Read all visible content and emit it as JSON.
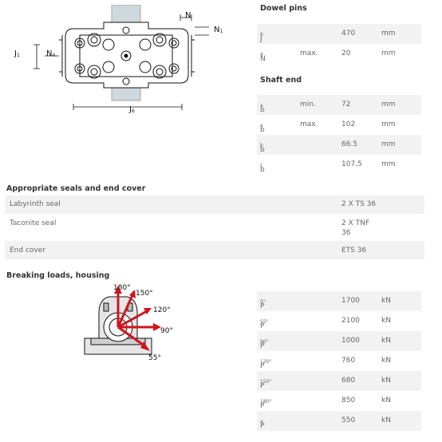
{
  "dowel_pins": {
    "title": "Dowel pins",
    "rows": [
      {
        "sym": "J",
        "sub": "6",
        "qual": "",
        "value": "470",
        "unit": "mm"
      },
      {
        "sym": "N",
        "sub": "4",
        "qual": "max.",
        "value": "20",
        "unit": "mm"
      }
    ]
  },
  "shaft_end": {
    "title": "Shaft end",
    "rows": [
      {
        "sym": "b",
        "sub": "a",
        "qual": "min.",
        "value": "72",
        "unit": "mm"
      },
      {
        "sym": "b",
        "sub": "a",
        "qual": "max.",
        "value": "102",
        "unit": "mm"
      },
      {
        "sym": "b",
        "sub": "b",
        "qual": "",
        "value": "66.5",
        "unit": "mm"
      },
      {
        "sym": "b",
        "sub": "c",
        "qual": "",
        "value": "107.5",
        "unit": "mm"
      }
    ]
  },
  "seals": {
    "title": "Appropriate seals and end cover",
    "rows": [
      {
        "label": "Labyrinth seal",
        "value": "2 X TS 36"
      },
      {
        "label": "Taconite seal",
        "value": "2 X TNF",
        "value2": "36"
      },
      {
        "label": "End cover",
        "value": "ETS 36"
      }
    ]
  },
  "breaking_loads": {
    "title": "Breaking loads, housing",
    "rows": [
      {
        "sym": "P",
        "sub": "0°",
        "value": "1700",
        "unit": "kN"
      },
      {
        "sym": "P",
        "sub": "55°",
        "value": "2100",
        "unit": "kN"
      },
      {
        "sym": "P",
        "sub": "90°",
        "value": "1000",
        "unit": "kN"
      },
      {
        "sym": "P",
        "sub": "120°",
        "value": "760",
        "unit": "kN"
      },
      {
        "sym": "P",
        "sub": "150°",
        "value": "680",
        "unit": "kN"
      },
      {
        "sym": "P",
        "sub": "180°",
        "value": "850",
        "unit": "kN"
      },
      {
        "sym": "P",
        "sub": "a",
        "value": "550",
        "unit": "kN"
      }
    ]
  },
  "drawing_labels": {
    "n": "N",
    "n1": "N",
    "n1_sub": "1",
    "j1": "J",
    "j1_sub": "1",
    "n4": "N",
    "n4_sub": "4",
    "j6": "J",
    "j6_sub": "6"
  },
  "load_angles": {
    "a180": "180°",
    "a150": "150°",
    "a120": "120°",
    "a90": "90°",
    "a55": "55°"
  },
  "colors": {
    "arrow": "#d0141c",
    "drawing": "#111111",
    "row_shade": "#f2f2f2"
  }
}
